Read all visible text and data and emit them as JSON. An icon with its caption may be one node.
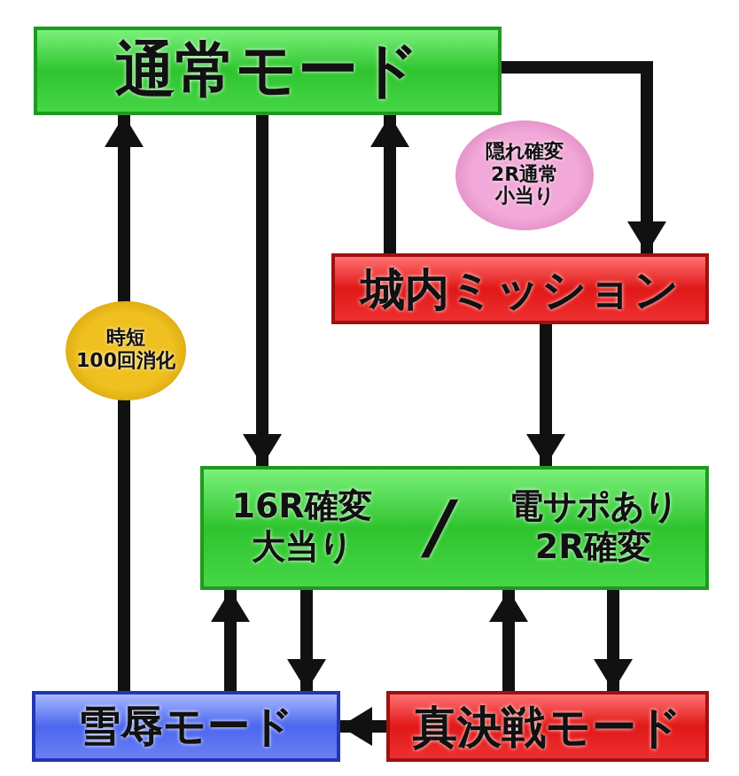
{
  "diagram": {
    "nodes": [
      {
        "text": [
          "通常モード"
        ]
      },
      {
        "text": [
          "城内ミッション"
        ]
      },
      {
        "text": [
          "16R確変大当り",
          "/",
          "電サポあり2R確変"
        ]
      },
      {
        "text": [
          "雪辱モード"
        ]
      },
      {
        "text": [
          "真決戦モード"
        ]
      }
    ],
    "edges": [
      {
        "from": 0,
        "to": 1,
        "arrow": "to",
        "label": "隠れ確変2R通常小当り"
      },
      {
        "from": 1,
        "to": 0,
        "arrow": "to"
      },
      {
        "from": 0,
        "to": 2,
        "arrow": "to"
      },
      {
        "from": 1,
        "to": 2,
        "arrow": "to"
      },
      {
        "from": 3,
        "to": 0,
        "arrow": "to",
        "label": "時短100回消化"
      },
      {
        "from": 3,
        "to": 2,
        "arrow": "to"
      },
      {
        "from": 2,
        "to": 3,
        "arrow": "to"
      },
      {
        "from": 4,
        "to": 2,
        "arrow": "to"
      },
      {
        "from": 2,
        "to": 4,
        "arrow": "to"
      },
      {
        "from": 4,
        "to": 3,
        "arrow": "to"
      }
    ]
  }
}
